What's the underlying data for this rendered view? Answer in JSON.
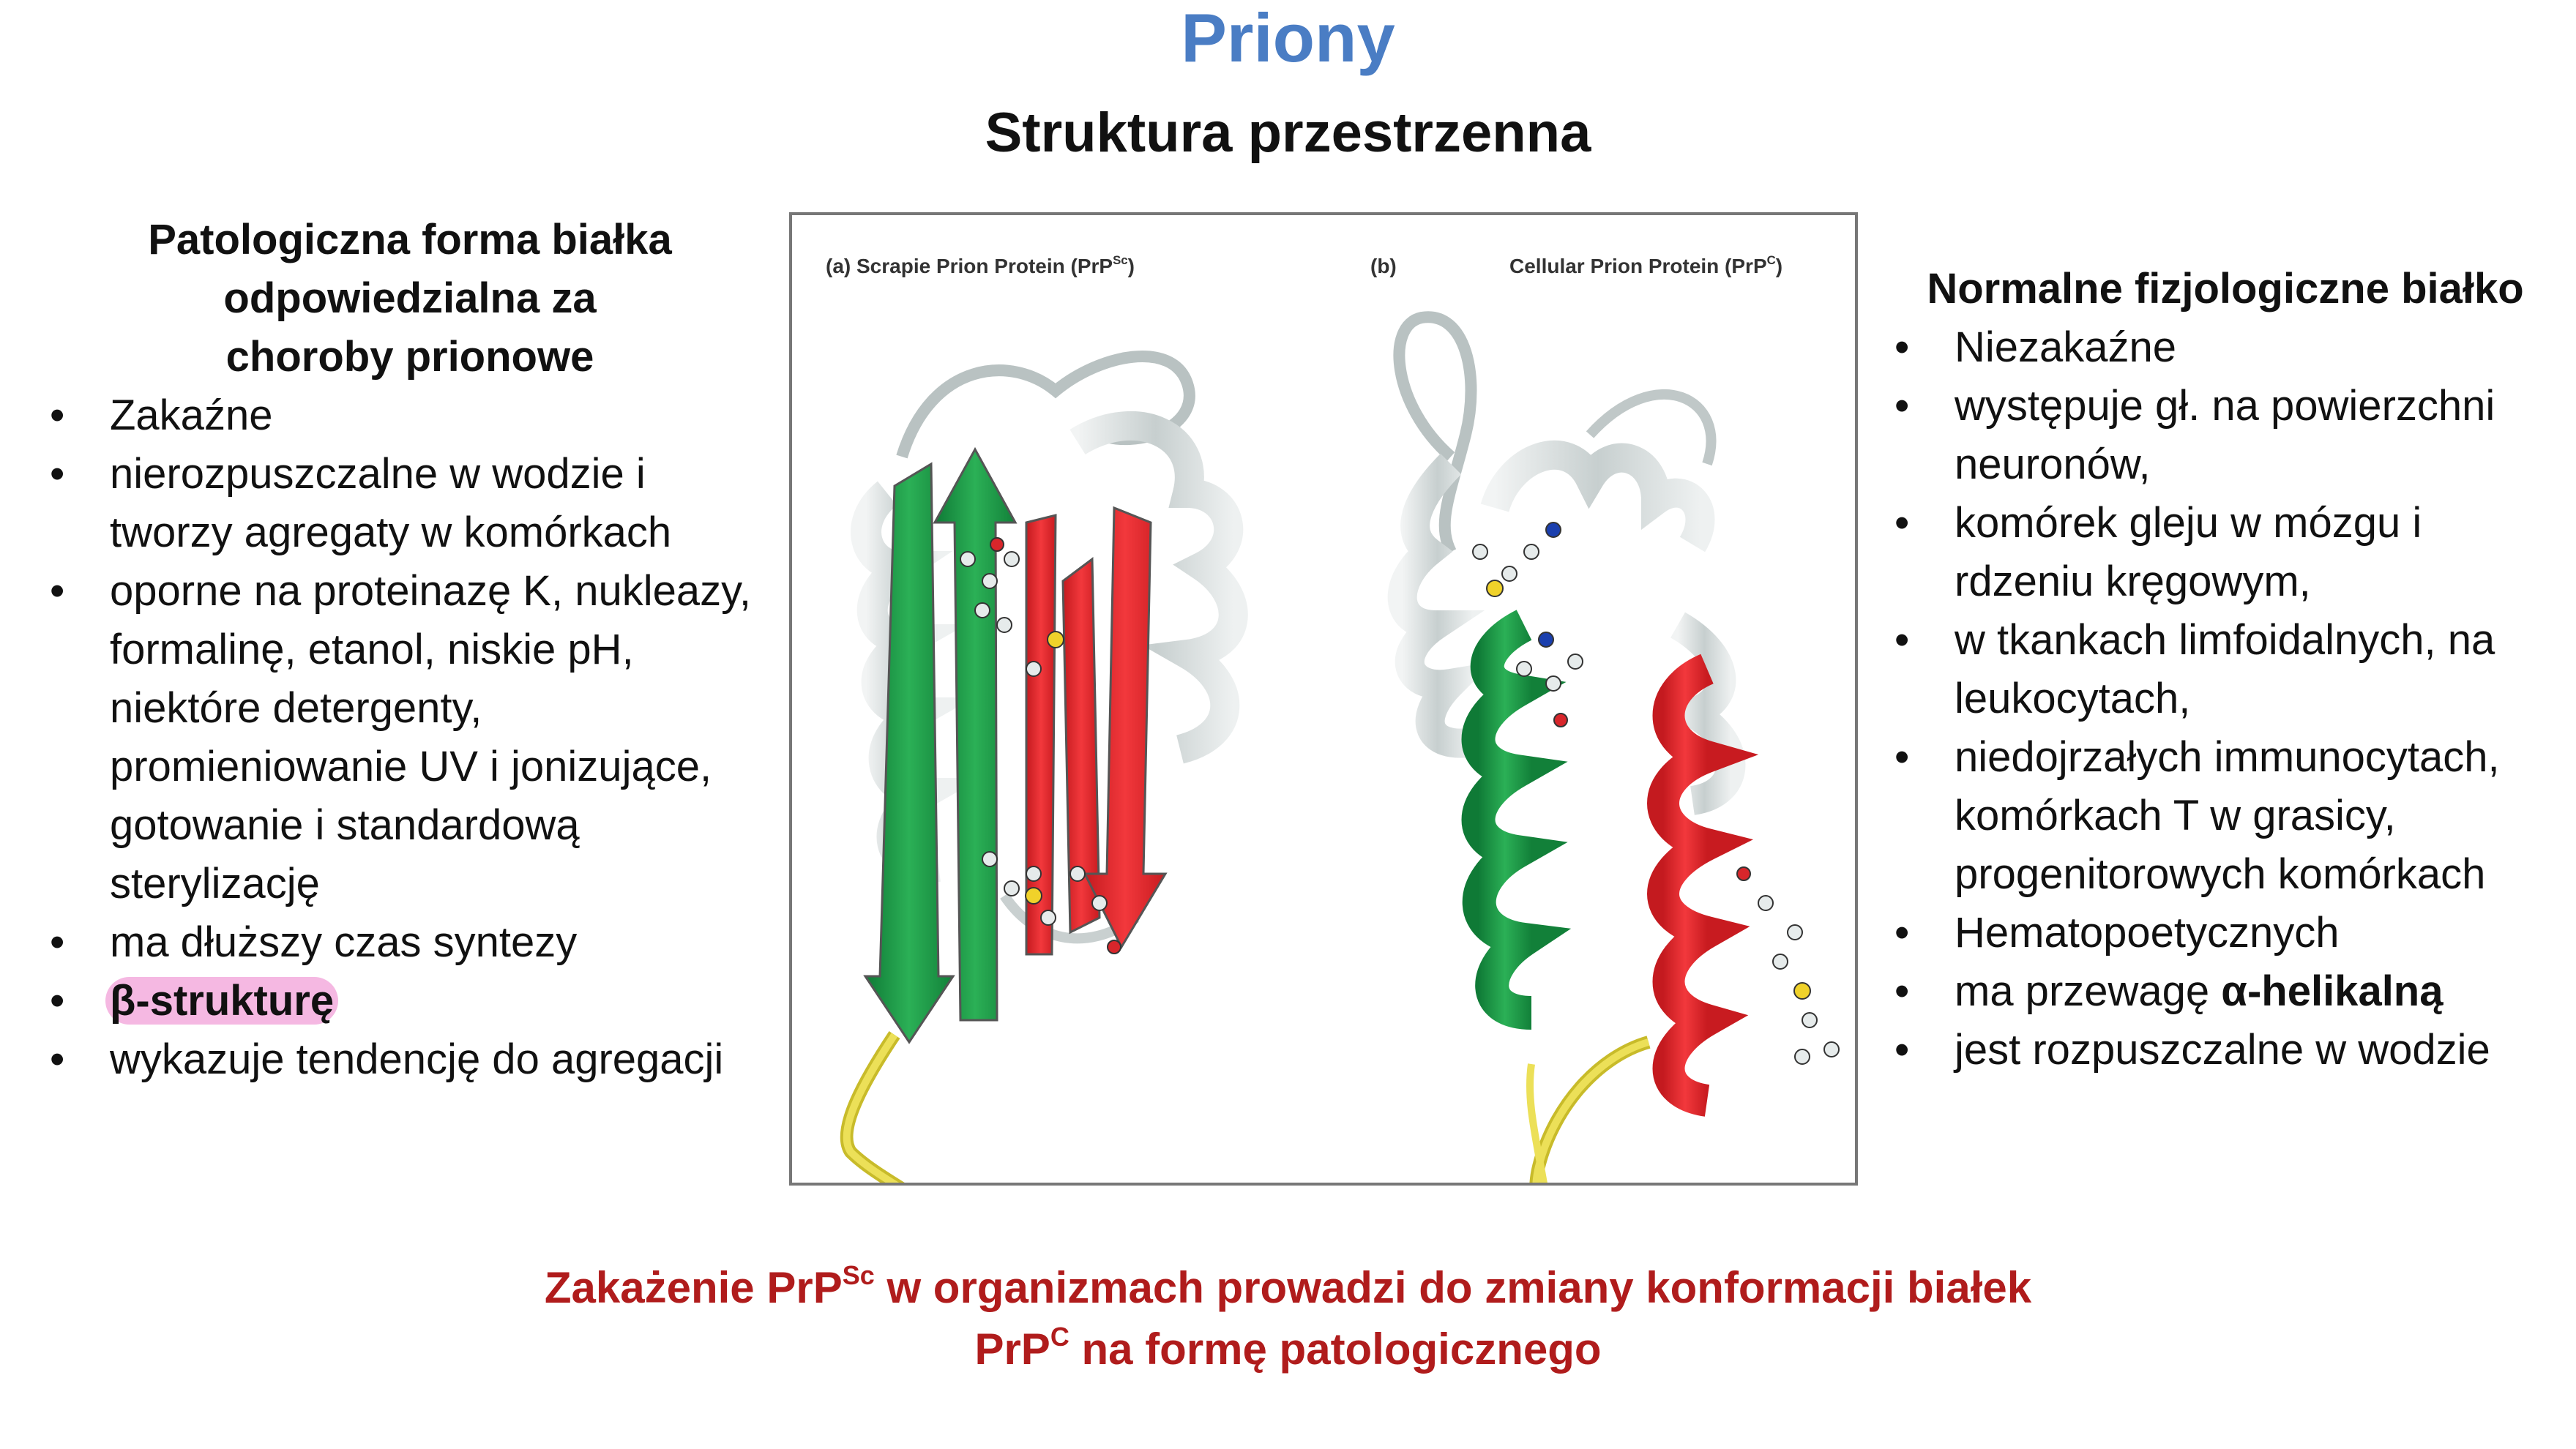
{
  "slide": {
    "title": "Priony",
    "subtitle": "Struktura przestrzenna"
  },
  "left": {
    "heading_lines": [
      "Patologiczna forma białka",
      "odpowiedzialna za",
      "choroby prionowe"
    ],
    "items": [
      "Zakaźne",
      "nierozpuszczalne w wodzie i tworzy agregaty w komórkach",
      "oporne na proteinazę K, nukleazy, formalinę, etanol, niskie pH, niektóre detergenty, promieniowanie UV i jonizujące, gotowanie i standardową sterylizację",
      "ma dłuższy czas syntezy",
      "β-strukturę",
      "wykazuje tendencję do agregacji"
    ]
  },
  "right": {
    "heading": "Normalne fizjologiczne białko",
    "items": [
      "Niezakaźne",
      "występuje gł. na powierzchni neuronów,",
      "komórek gleju w mózgu i rdzeniu kręgowym,",
      "w tkankach limfoidalnych, na leukocytach,",
      "niedojrzałych immunocytach, komórkach T w grasicy, progenitorowych komórkach",
      "Hematopoetycznych"
    ],
    "item_alpha_prefix": "ma przewagę ",
    "item_alpha_bold": "α-helikalną",
    "item_last": "jest rozpuszczalne w wodzie"
  },
  "figure": {
    "label_a": "(a)  Scrapie Prion Protein (PrP",
    "label_a_sup": "Sc",
    "label_a_end": ")",
    "label_b_prefix": "(b)",
    "label_b": "Cellular Prion Protein (PrP",
    "label_b_sup": "C",
    "label_b_end": ")"
  },
  "footer": {
    "line1_a": "Zakażenie PrP",
    "line1_sup": "Sc",
    "line1_b": " w organizmach prowadzi do zmiany konformacji białek",
    "line2_a": "PrP",
    "line2_sup": "C",
    "line2_b": " na formę patologicznego"
  },
  "colors": {
    "title": "#4a7dc4",
    "footer": "#b01c1c",
    "highlight": "#f5b8e2",
    "strand_green": "#1f9a48",
    "strand_red": "#e8262b",
    "coil_yellow": "#e6d94a"
  }
}
